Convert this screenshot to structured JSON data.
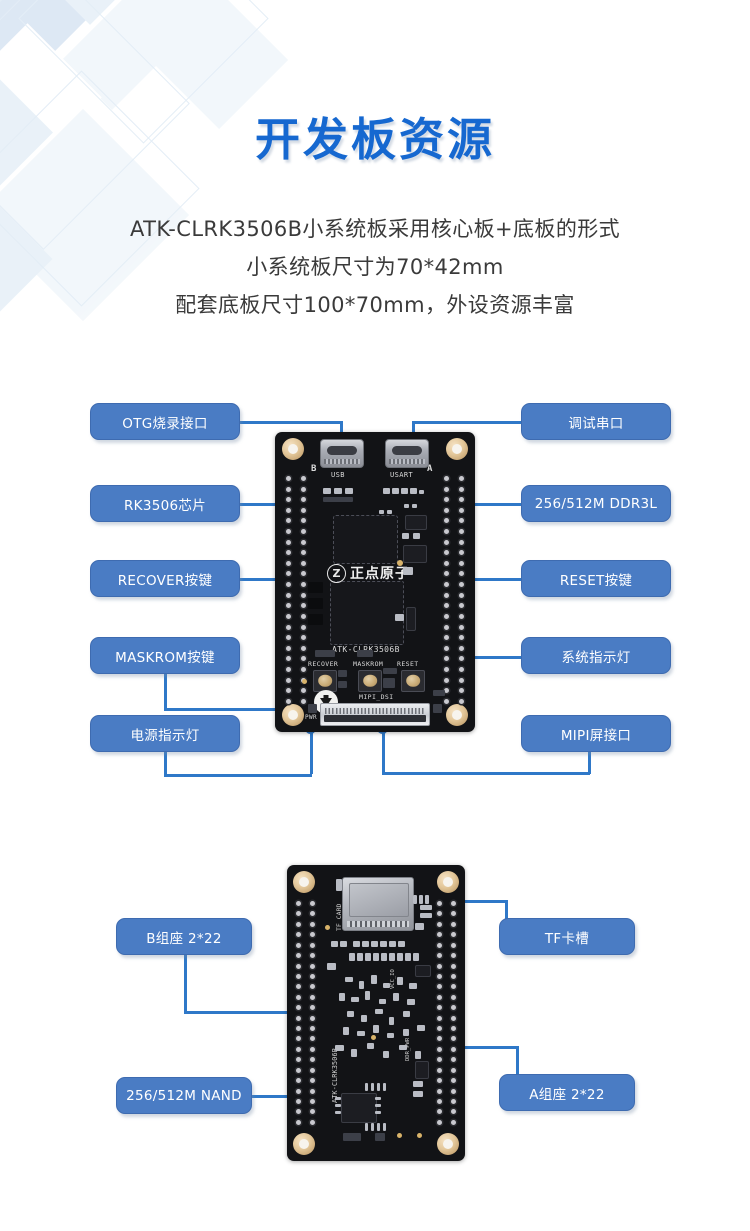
{
  "page": {
    "title": "开发板资源",
    "description_lines": [
      "ATK-CLRK3506B小系统板采用核心板+底板的形式",
      "小系统板尺寸为70*42mm",
      "配套底板尺寸100*70mm，外设资源丰富"
    ]
  },
  "colors": {
    "title_blue": "#1668d0",
    "label_fill": "#4a7cc4",
    "label_border": "#3e6bb0",
    "leader_line": "#2f78c8",
    "pcb_black": "#121316",
    "pad_gold": "#d8b36a",
    "background": "#ffffff",
    "pattern_blue": "#dde8f4"
  },
  "front_board": {
    "labels_left": [
      {
        "id": "otg",
        "text": "OTG烧录接口"
      },
      {
        "id": "rk3506",
        "text": "RK3506芯片"
      },
      {
        "id": "recover",
        "text": "RECOVER按键"
      },
      {
        "id": "maskrom",
        "text": "MASKROM按键"
      },
      {
        "id": "power-led",
        "text": "电源指示灯"
      }
    ],
    "labels_right": [
      {
        "id": "debug-uart",
        "text": "调试串口"
      },
      {
        "id": "ddr3l",
        "text": "256/512M DDR3L"
      },
      {
        "id": "reset",
        "text": "RESET按键"
      },
      {
        "id": "sys-led",
        "text": "系统指示灯"
      },
      {
        "id": "mipi",
        "text": "MIPI屏接口"
      }
    ],
    "silkscreen": {
      "usb": "USB",
      "usart": "USART",
      "group_b": "B",
      "group_a": "A",
      "part_number": "ATK-CLRK3506B",
      "btn_recover": "RECOVER",
      "btn_maskrom": "MASKROM",
      "btn_reset": "RESET",
      "mipi_dsi": "MIPI_DSI",
      "pwr": "PWR",
      "brand": "正点原子",
      "brand_mark": "Z"
    }
  },
  "back_board": {
    "labels_left": [
      {
        "id": "group-b-socket",
        "text": "B组座 2*22"
      },
      {
        "id": "nand",
        "text": "256/512M NAND"
      }
    ],
    "labels_right": [
      {
        "id": "tf-slot",
        "text": "TF卡槽"
      },
      {
        "id": "group-a-socket",
        "text": "A组座 2*22"
      }
    ],
    "silkscreen": {
      "tf_card": "TF CARD",
      "part_number": "ATK-CLRK3506B",
      "ddr_pwr": "DDR_PWR",
      "vcc_io": "VCC_IO"
    }
  }
}
